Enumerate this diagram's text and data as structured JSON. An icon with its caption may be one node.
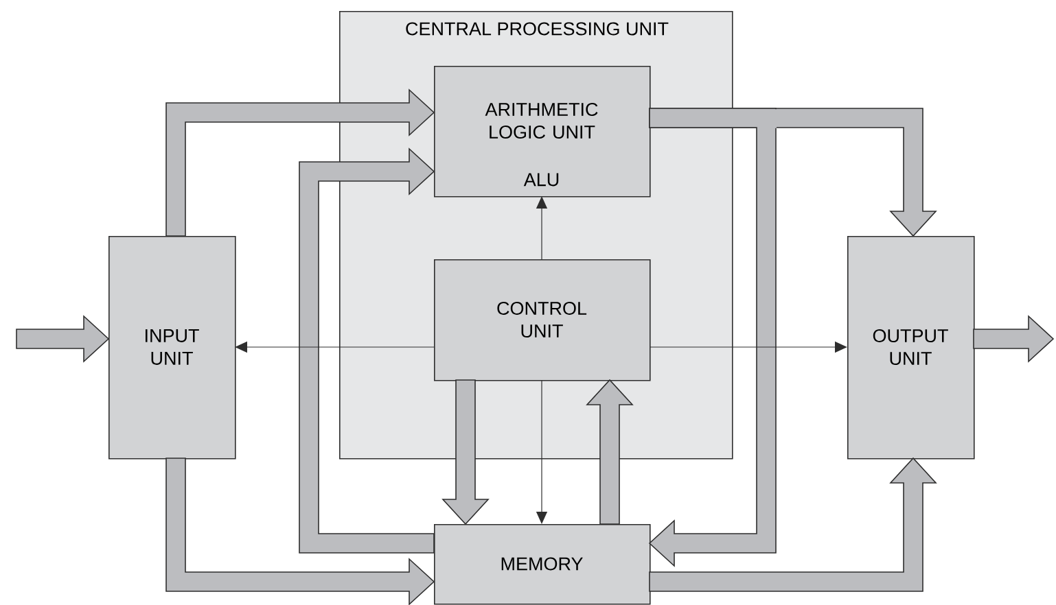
{
  "diagram": {
    "nodes": [
      {
        "text": [
          "CENTRAL PROCESSING UNIT"
        ]
      },
      {
        "text": [
          "ARITHMETIC LOGIC UNIT",
          "ALU"
        ],
        "in": 0
      },
      {
        "text": [
          "CONTROL UNIT"
        ],
        "in": 0
      },
      {
        "text": [
          "INPUT UNIT"
        ]
      },
      {
        "text": [
          "MEMORY"
        ]
      },
      {
        "text": [
          "OUTPUT UNIT"
        ]
      }
    ],
    "edges": [
      {
        "from": null,
        "to": 3,
        "arrow": "to",
        "style": "thick"
      },
      {
        "from": 3,
        "to": 1,
        "arrow": "to",
        "style": "thick"
      },
      {
        "from": 4,
        "to": 1,
        "arrow": "to",
        "style": "thick"
      },
      {
        "from": 3,
        "to": 4,
        "arrow": "to",
        "style": "thick"
      },
      {
        "from": 2,
        "to": 4,
        "arrow": "to",
        "style": "thick"
      },
      {
        "from": 4,
        "to": 2,
        "arrow": "to",
        "style": "thick"
      },
      {
        "from": 1,
        "to": 5,
        "arrow": "to",
        "style": "thick"
      },
      {
        "from": 1,
        "to": 4,
        "arrow": "to",
        "style": "thick"
      },
      {
        "from": 2,
        "to": 1,
        "arrow": "to"
      },
      {
        "from": 2,
        "to": 3,
        "arrow": "to"
      },
      {
        "from": 2,
        "to": 5,
        "arrow": "to"
      },
      {
        "from": 2,
        "to": 4,
        "arrow": "to"
      },
      {
        "from": 5,
        "to": null,
        "arrow": "to",
        "style": "thick"
      },
      {
        "from": 4,
        "to": 5,
        "arrow": "to",
        "style": "thick"
      }
    ]
  }
}
